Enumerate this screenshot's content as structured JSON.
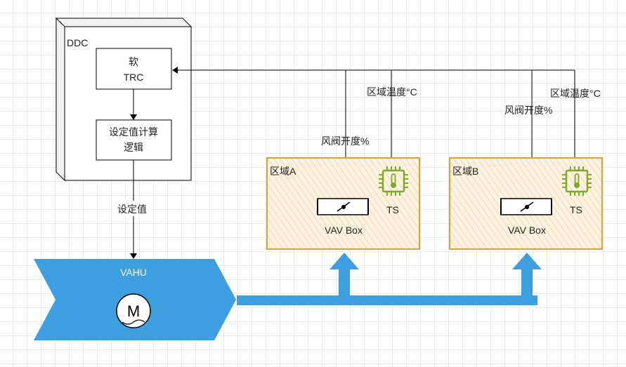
{
  "ddc": {
    "label": "DDC"
  },
  "trc": {
    "line1": "软",
    "line2": "TRC"
  },
  "setpoint_logic": {
    "line1": "设定值计算",
    "line2": "逻辑"
  },
  "setpoint_label": "设定值",
  "zone_a": {
    "label": "区域A",
    "damper_label": "风阀开度%",
    "temp_label": "区域温度°C",
    "vav_label": "VAV Box",
    "sensor_label": "TS"
  },
  "zone_b": {
    "label": "区域B",
    "damper_label": "风阀开度%",
    "temp_label": "区域温度°C",
    "vav_label": "VAV Box",
    "sensor_label": "TS"
  },
  "vahu": {
    "label": "VAHU",
    "motor_label": "M"
  },
  "colors": {
    "supply_blue": "#3d9fe0",
    "zone_fill": "#fbe3c1",
    "zone_border": "#d6a43a",
    "sensor_green": "#7cab2b"
  }
}
